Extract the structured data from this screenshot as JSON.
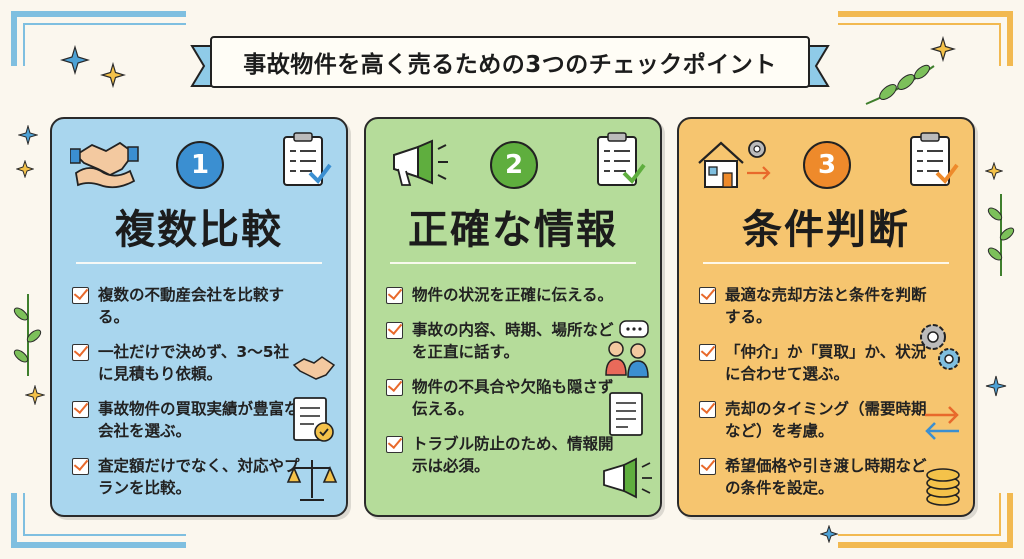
{
  "banner": {
    "title": "事故物件を高く売るための3つのチェックポイント"
  },
  "cards": [
    {
      "number": "1",
      "title": "複数比較",
      "items": [
        "複数の不動産会社を比較する。",
        "一社だけで決めず、3〜5社に見積もり依頼。",
        "事故物件の買取実績が豊富な会社を選ぶ。",
        "査定額だけでなく、対応やプランを比較。"
      ]
    },
    {
      "number": "2",
      "title": "正確な情報",
      "items": [
        "物件の状況を正確に伝える。",
        "事故の内容、時期、場所などを正直に話す。",
        "物件の不具合や欠陥も隠さず伝える。",
        "トラブル防止のため、情報開示は必須。"
      ]
    },
    {
      "number": "3",
      "title": "条件判断",
      "items": [
        "最適な売却方法と条件を判断する。",
        "「仲介」か「買取」か、状況に合わせて選ぶ。",
        "売却のタイミング（需要時期など）を考慮。",
        "希望価格や引き渡し時期などの条件を設定。"
      ]
    }
  ],
  "colors": {
    "card1": "#a9d6ee",
    "card2": "#b5dc9a",
    "card3": "#f6c56f",
    "check": "#e8692b"
  }
}
